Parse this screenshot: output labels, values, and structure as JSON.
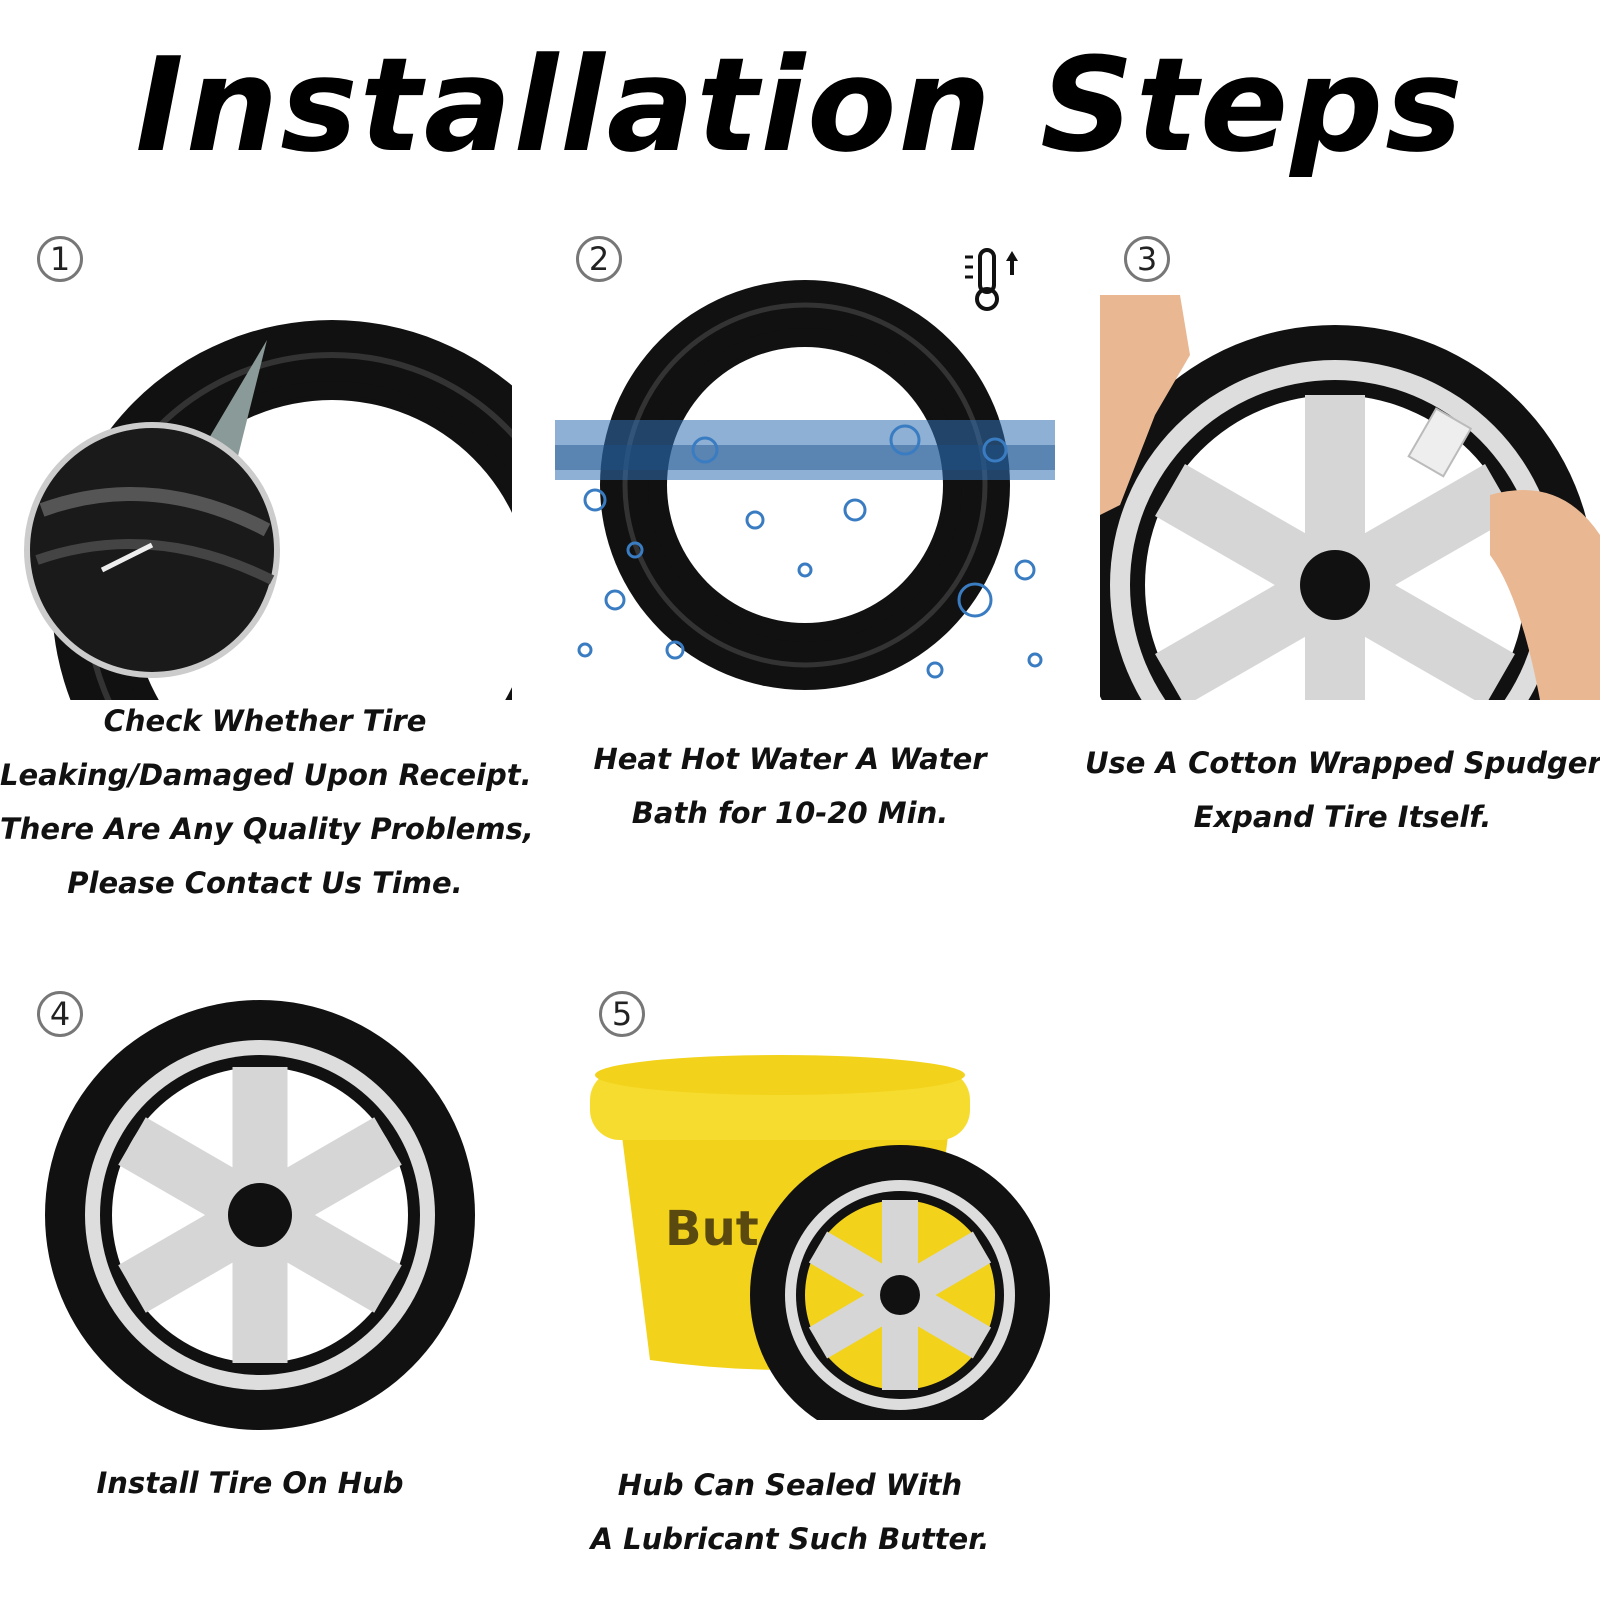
{
  "title": "Installation Steps",
  "steps": [
    {
      "number": "1",
      "lines": [
        "Check Whether Tire",
        "Leaking/Damaged Upon Receipt.",
        "There Are Any Quality Problems,",
        "Please Contact Us Time."
      ]
    },
    {
      "number": "2",
      "lines": [
        "Heat Hot Water A Water",
        "Bath for 10-20 Min."
      ]
    },
    {
      "number": "3",
      "lines": [
        "Use A Cotton Wrapped Spudger",
        "Expand Tire Itself."
      ]
    },
    {
      "number": "4",
      "lines": [
        "Install Tire On Hub"
      ]
    },
    {
      "number": "5",
      "lines": [
        "Hub Can Sealed With",
        "A Lubricant Such Butter."
      ]
    }
  ],
  "bucket_label": "But",
  "colors": {
    "tire": "#111111",
    "rim": "#d6d6d6",
    "water": "#2f6fb0",
    "bucket": "#f2d21a",
    "skin": "#e9b892"
  },
  "icons": [
    "magnifier-detail",
    "thermometer-icon",
    "hand-icon",
    "wheel-icon",
    "butter-bucket-icon"
  ]
}
